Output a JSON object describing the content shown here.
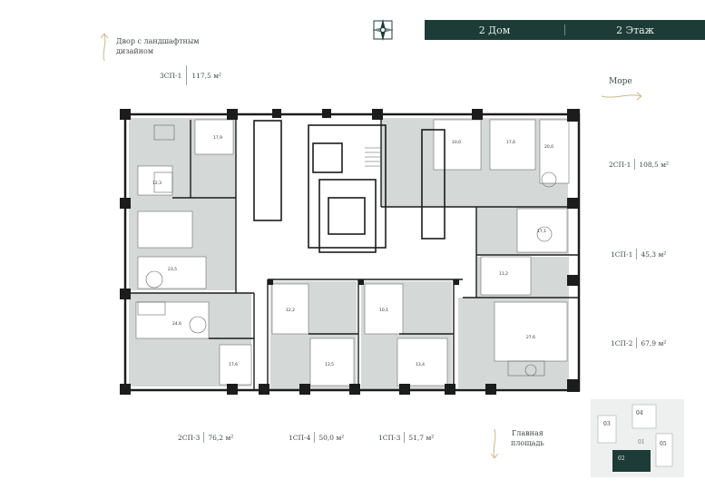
{
  "header": {
    "building": "2 Дом",
    "floor": "2 Этаж"
  },
  "labels": {
    "courtyard_line1": "Двор с ландшафтным",
    "courtyard_line2": "дизайном",
    "sea": "Море",
    "main_square_line1": "Главная",
    "main_square_line2": "площадь"
  },
  "units": [
    {
      "name": "3СП-1",
      "area": "117,5 м²"
    },
    {
      "name": "2СП-1",
      "area": "108,5 м²"
    },
    {
      "name": "1СП-1",
      "area": "45,3 м²"
    },
    {
      "name": "1СП-2",
      "area": "67,9 м²"
    },
    {
      "name": "2СП-3",
      "area": "76,2 м²"
    },
    {
      "name": "1СП-4",
      "area": "50,0 м²"
    },
    {
      "name": "1СП-3",
      "area": "51,7 м²"
    }
  ],
  "minimap": {
    "sections": [
      "01",
      "02",
      "03",
      "04",
      "05"
    ]
  },
  "colors": {
    "header_bg": "#1d3c37",
    "header_text": "#e8efe9",
    "room_fill": "#d4d8d7",
    "wall": "#1c1c1c",
    "accent_arrow": "#c9b98a"
  },
  "icons": [
    "compass-icon",
    "arrow-up-icon",
    "arrow-right-icon",
    "arrow-down-icon"
  ]
}
